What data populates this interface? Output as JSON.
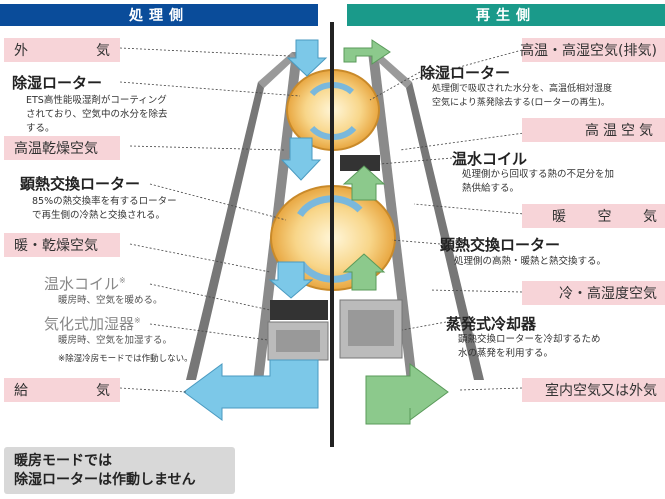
{
  "headers": {
    "left": "処理側",
    "right": "再生側"
  },
  "left_labels": {
    "outside_air": [
      "外",
      "気"
    ],
    "hot_dry_air": "高温乾燥空気",
    "warm_dry_air": "暖・乾燥空気",
    "supply_air": [
      "給",
      "気"
    ]
  },
  "right_labels": {
    "exhaust": "高温・高湿空気(排気)",
    "hot_air": "高温空気",
    "warm_air": [
      "暖",
      "空",
      "気"
    ],
    "cool_humid": "冷・高湿度空気",
    "room_or_outside": "室内空気又は外気"
  },
  "components": {
    "dehum_rotor_left": {
      "title": "除湿ローター",
      "desc": [
        "ETS高性能吸湿剤がコーティング",
        "されており、空気中の水分を除去",
        "する。"
      ]
    },
    "sensible_rotor_left": {
      "title": "顕熱交換ローター",
      "desc": [
        "85%の熱交換率を有するローター",
        "で再生側の冷熱と交換される。"
      ]
    },
    "hot_water_coil_left": {
      "title": "温水コイル",
      "mark": "※",
      "desc": [
        "暖房時、空気を暖める。"
      ]
    },
    "humidifier": {
      "title": "気化式加湿器",
      "mark": "※",
      "desc": [
        "暖房時、空気を加湿する。"
      ],
      "note": "※除湿冷房モードでは作動しない。"
    },
    "dehum_rotor_right": {
      "title": "除湿ローター",
      "desc": [
        "処理側で吸収された水分を、高温低相対湿度",
        "空気により蒸発除去する(ローターの再生)。"
      ]
    },
    "hot_water_coil_right": {
      "title": "温水コイル",
      "desc": [
        "処理側から回収する熱の不足分を加",
        "熱供給する。"
      ]
    },
    "sensible_rotor_right": {
      "title": "顕熱交換ローター",
      "desc": [
        "処理側の高熱・暖熱と熱交換する。"
      ]
    },
    "evap_cooler": {
      "title": "蒸発式冷却器",
      "desc": [
        "顕熱交換ローターを冷却するため",
        "水の蒸発を利用する。"
      ]
    }
  },
  "winter_note": [
    "暖房モードでは",
    "除湿ローターは作動しません"
  ],
  "colors": {
    "left_header": "#0a4c9a",
    "right_header": "#1a9a8a",
    "pink_label": "#f7d4d8",
    "blue_arrow": "#7cc8e8",
    "green_arrow": "#8cc98c",
    "rotor": "#f5c66a"
  }
}
